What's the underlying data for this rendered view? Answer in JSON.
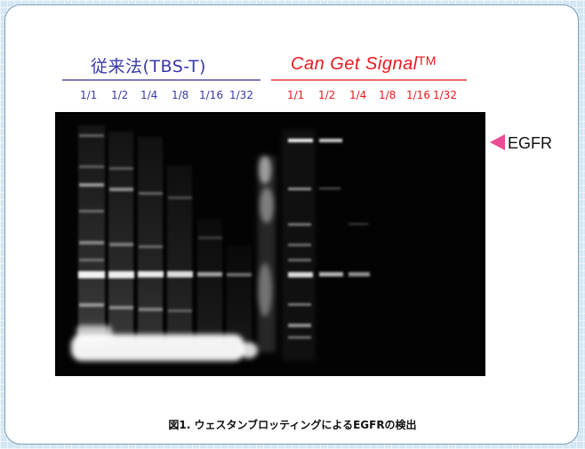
{
  "groups": {
    "conventional": {
      "title": "従来法(TBS-T)",
      "color": "#3a3aa8"
    },
    "can_get_signal": {
      "title": "Can Get Signal",
      "trademark": "TM",
      "color": "#e8191f"
    }
  },
  "lanes": {
    "conventional": [
      "1/1",
      "1/2",
      "1/4",
      "1/8",
      "1/16",
      "1/32"
    ],
    "can_get_signal": [
      "1/1",
      "1/2",
      "1/4",
      "1/8",
      "1/16",
      "1/32"
    ]
  },
  "band_marker": {
    "label": "EGFR",
    "icon": "triangle-left-icon",
    "color": "#ea4c93"
  },
  "caption": "図1. ウェスタンブロッティングによるEGFRの検出"
}
